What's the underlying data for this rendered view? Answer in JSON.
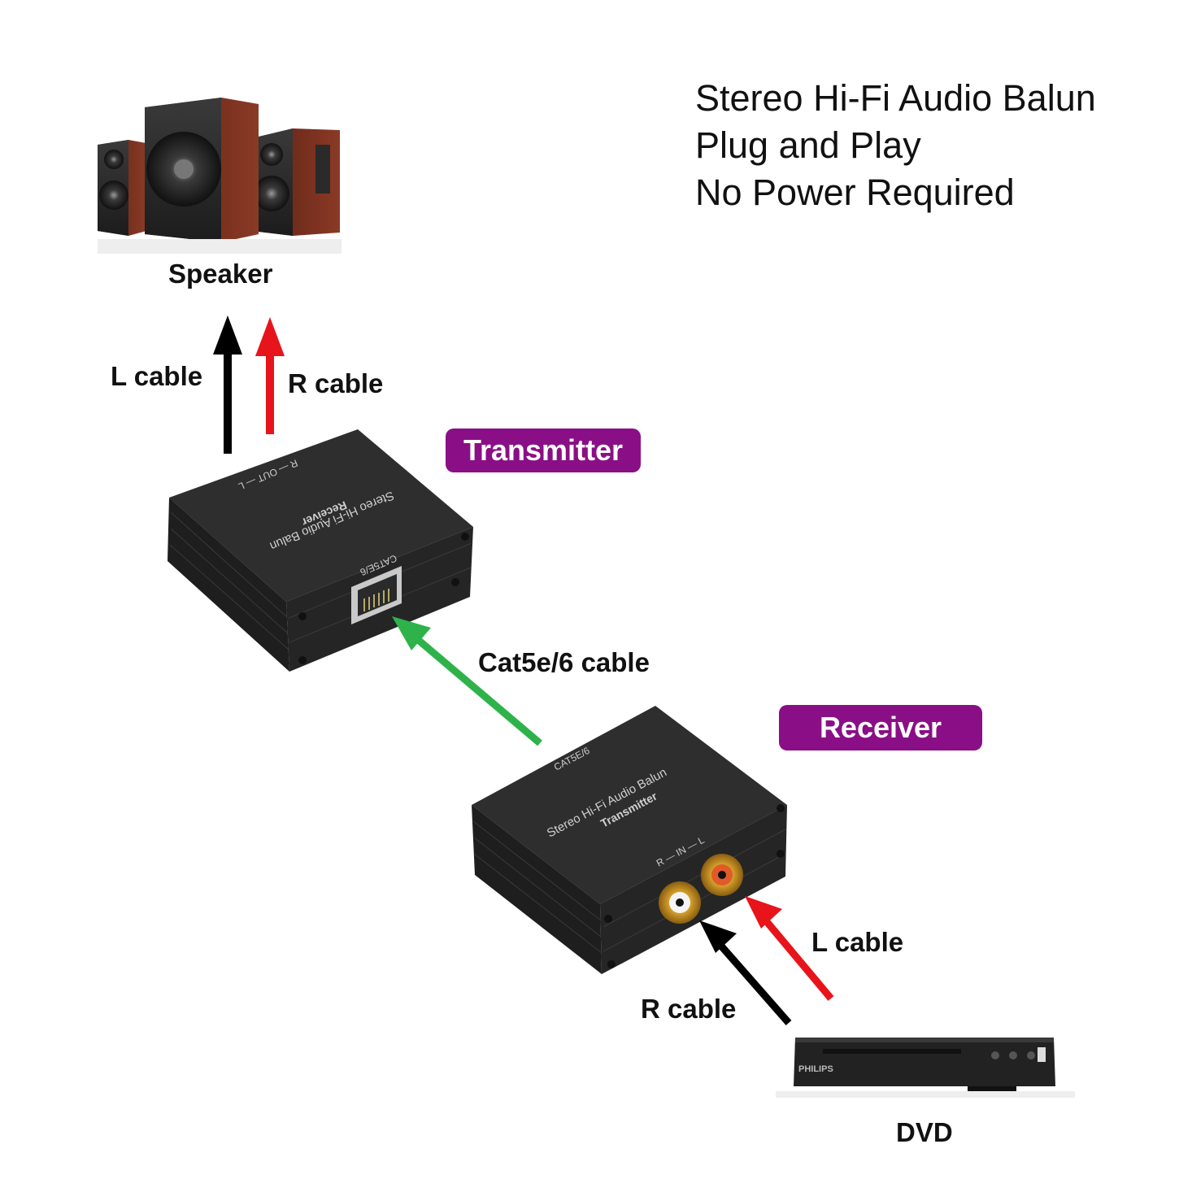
{
  "headline": {
    "line1": "Stereo Hi-Fi Audio Balun",
    "line2": "Plug and Play",
    "line3": "No Power Required"
  },
  "labels": {
    "speaker": "Speaker",
    "dvd": "DVD",
    "top_l_cable": "L cable",
    "top_r_cable": "R cable",
    "cat_cable": "Cat5e/6 cable",
    "bottom_l_cable": "L cable",
    "bottom_r_cable": "R cable"
  },
  "badges": {
    "transmitter": "Transmitter",
    "receiver": "Receiver"
  },
  "device_top": {
    "name": "Stereo Hi-Fi Audio Balun",
    "type": "Receiver",
    "port_top": "R — OUT — L",
    "port_front": "CAT5E/6"
  },
  "device_bottom": {
    "name": "Stereo Hi-Fi Audio Balun",
    "type": "Transmitter",
    "port_top": "CAT5E/6",
    "port_front": "R — IN — L"
  },
  "dvd_brand": "PHILIPS",
  "colors": {
    "badge": "#8a0f86",
    "arrow_black": "#000000",
    "arrow_red": "#e8141b",
    "arrow_green": "#2db34a"
  }
}
